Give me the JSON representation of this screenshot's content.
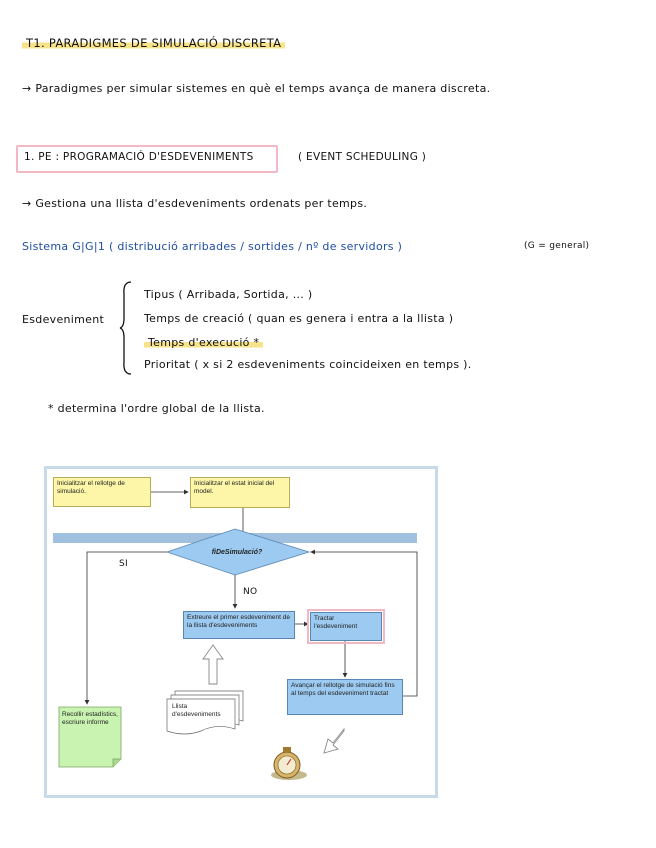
{
  "title": "T1. PARADIGMES DE SIMULACIÓ DISCRETA",
  "intro": "→ Paradigmes per simular sistemes en què el temps avança de manera discreta.",
  "section1": {
    "heading": "1. PE : PROGRAMACIÓ D'ESDEVENIMENTS",
    "heading_en": "( EVENT SCHEDULING )",
    "desc": "→ Gestiona una llista d'esdeveniments ordenats per temps.",
    "system_blue": "Sistema G|G|1 ( distribució arribades / sortides / nº de servidors )",
    "system_note": "(G = general)",
    "event_label": "Esdeveniment",
    "event_items": [
      "Tipus ( Arribada, Sortida, ... )",
      "Temps de creació ( quan es genera i entra a la llista )",
      "Temps d'execució *",
      "Prioritat ( x si 2 esdeveniments coincideixen en temps )."
    ],
    "footnote": "* determina l'ordre global de la llista."
  },
  "diagram": {
    "init_clock": "Inicialitzar el rellotge de simulació.",
    "init_state": "Inicialitzar el estat inicial del model.",
    "decision": "fiDeSimulació?",
    "yes": "SI",
    "no": "NO",
    "extract": "Extreure el primer esdeveniment de la llista d'esdeveniments",
    "treat": "Tractar l'esdeveniment",
    "event_list": "Llista d'esdeveniments",
    "advance": "Avançar el rellotge de simulació fins al temps del esdeveniment tractat",
    "collect": "Recollir estadístics, escriure informe"
  }
}
